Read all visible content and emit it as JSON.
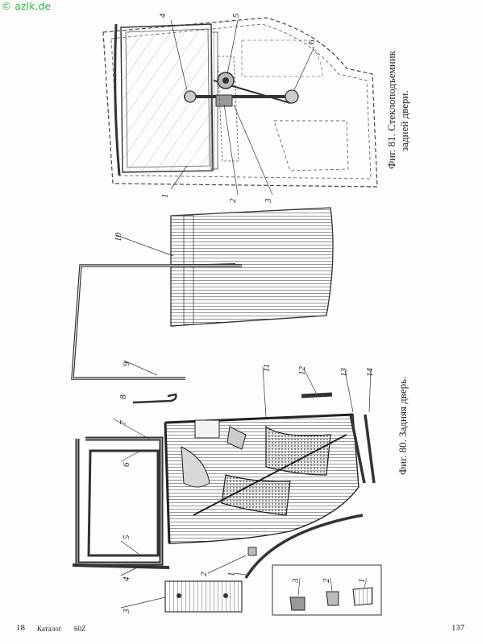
{
  "watermark": "© azlk.de",
  "figure81_caption": {
    "line1": "Фиг. 81. Стеклоподъемник",
    "line2": "задней двери."
  },
  "figure80_caption": "Фиг. 80. Задняя дверь.",
  "footer": {
    "left_page": "18",
    "catalog": "Каталог",
    "catalog_number": "60Z",
    "right_page": "137"
  },
  "fig81_callouts": [
    "4",
    "5",
    "6",
    "1",
    "2",
    "3"
  ],
  "fig80_callouts": [
    "10",
    "9",
    "8",
    "7",
    "6",
    "5",
    "4",
    "3",
    "2",
    "1",
    "11",
    "12",
    "13",
    "14"
  ],
  "inset_callouts": [
    "3",
    "2",
    "1"
  ]
}
